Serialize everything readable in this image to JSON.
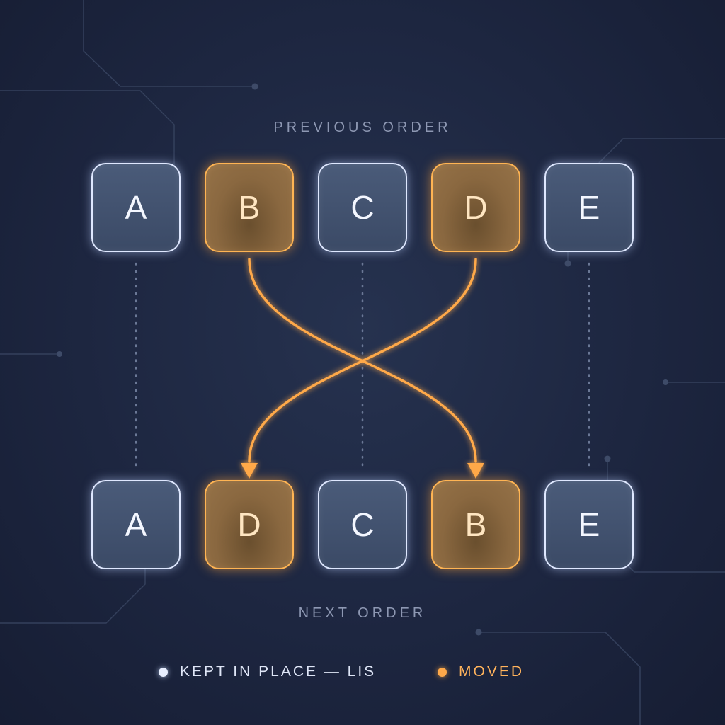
{
  "labels": {
    "previous": "PREVIOUS ORDER",
    "next": "NEXT ORDER"
  },
  "previous_order": [
    {
      "letter": "A",
      "state": "kept"
    },
    {
      "letter": "B",
      "state": "moved"
    },
    {
      "letter": "C",
      "state": "kept"
    },
    {
      "letter": "D",
      "state": "moved"
    },
    {
      "letter": "E",
      "state": "kept"
    }
  ],
  "next_order": [
    {
      "letter": "A",
      "state": "kept"
    },
    {
      "letter": "D",
      "state": "moved"
    },
    {
      "letter": "C",
      "state": "kept"
    },
    {
      "letter": "B",
      "state": "moved"
    },
    {
      "letter": "E",
      "state": "kept"
    }
  ],
  "legend": {
    "kept": "KEPT IN PLACE — LIS",
    "moved": "MOVED"
  },
  "colors": {
    "kept": "#dfe8ff",
    "moved": "#ffa94a",
    "background": "#1d2640"
  }
}
